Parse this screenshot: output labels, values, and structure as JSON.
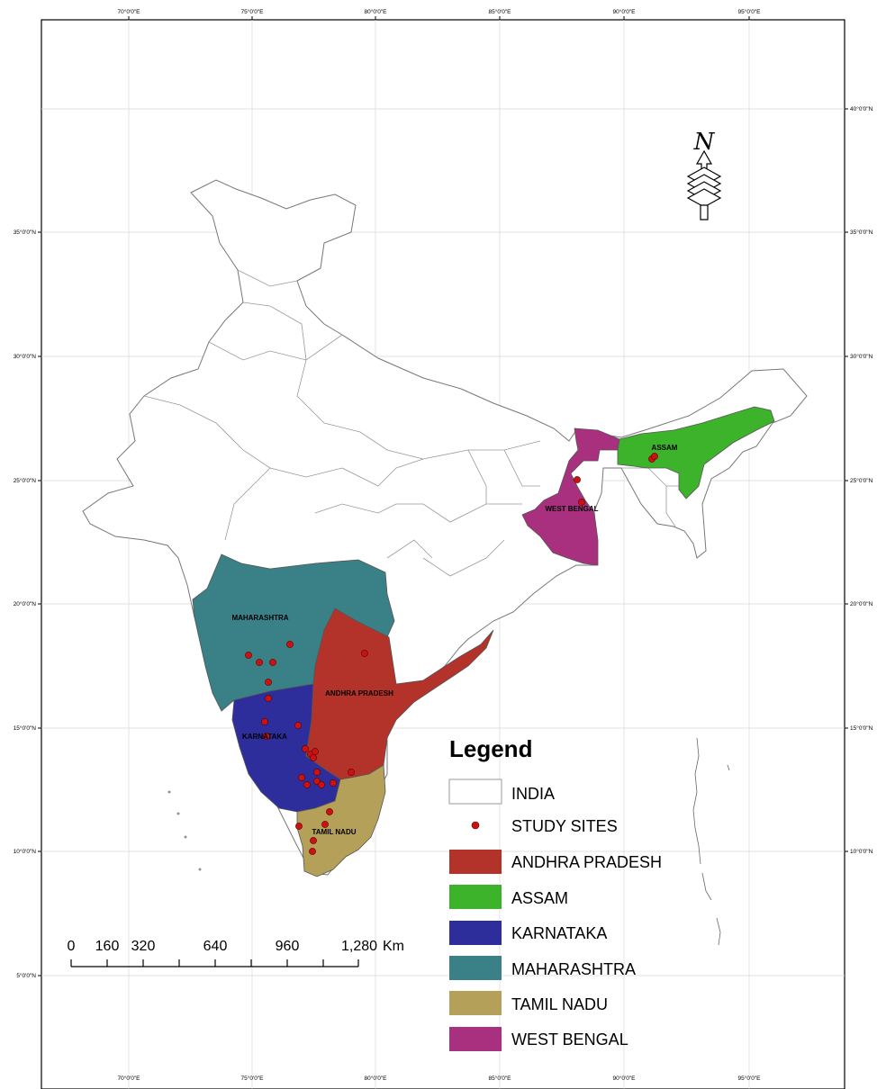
{
  "map": {
    "longitude_ticks": [
      "70°0'0\"E",
      "75°0'0\"E",
      "80°0'0\"E",
      "85°0'0\"E",
      "90°0'0\"E",
      "95°0'0\"E"
    ],
    "latitude_ticks": [
      "40°0'0\"N",
      "35°0'0\"N",
      "30°0'0\"N",
      "25°0'0\"N",
      "20°0'0\"N",
      "15°0'0\"N",
      "10°0'0\"N",
      "5°0'0\"N"
    ],
    "state_labels": {
      "maharashtra": "MAHARASHTRA",
      "andhra_pradesh": "ANDHRA PRADESH",
      "karnataka": "KARNATAKA",
      "tamil_nadu": "TAMIL NADU",
      "west_bengal": "WEST BENGAL",
      "assam": "ASSAM"
    },
    "north_arrow_letter": "N"
  },
  "legend": {
    "title": "Legend",
    "items": [
      {
        "label": "INDIA",
        "color": "#ffffff"
      },
      {
        "label": "STUDY SITES",
        "color": "#cc1111"
      },
      {
        "label": "ANDHRA PRADESH",
        "color": "#b3322a"
      },
      {
        "label": "ASSAM",
        "color": "#3db32b"
      },
      {
        "label": "KARNATAKA",
        "color": "#2e2d9c"
      },
      {
        "label": "MAHARASHTRA",
        "color": "#3a8187"
      },
      {
        "label": "TAMIL NADU",
        "color": "#b5a05a"
      },
      {
        "label": "WEST BENGAL",
        "color": "#a8307f"
      }
    ]
  },
  "scale_bar": {
    "labels": [
      "0",
      "160",
      "320",
      "640",
      "960",
      "1,280"
    ],
    "unit": "Km"
  },
  "colors": {
    "andhra_pradesh": "#b3322a",
    "assam": "#3db32b",
    "karnataka": "#2e2d9c",
    "maharashtra": "#3a8187",
    "tamil_nadu": "#b5a05a",
    "west_bengal": "#a8307f",
    "study_site": "#cc1111"
  }
}
